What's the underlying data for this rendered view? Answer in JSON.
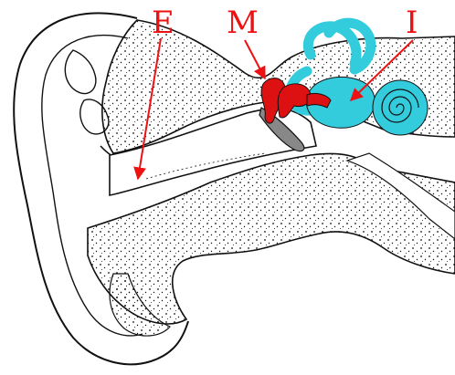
{
  "diagram": {
    "labels": {
      "outer": "E",
      "middle": "M",
      "inner": "I"
    },
    "colors": {
      "label": "#ee1111",
      "ossicles": "#dd1111",
      "inner_ear": "#33ccdd",
      "eardrum": "#888888",
      "ink": "#111111",
      "background": "#ffffff"
    }
  }
}
